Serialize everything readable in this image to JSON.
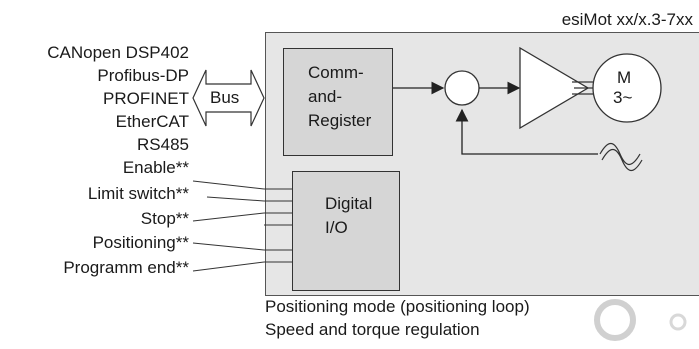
{
  "device": {
    "model": "esiMot xx/x.3-7xx"
  },
  "bus": {
    "label": "Bus",
    "protocols": [
      "CANopen DSP402",
      "Profibus-DP",
      "PROFINET",
      "EtherCAT",
      "RS485"
    ]
  },
  "digital_signals": [
    "Enable**",
    "Limit switch**",
    "Stop**",
    "Positioning**",
    "Programm end**"
  ],
  "blocks": {
    "comm_register": [
      "Comm-",
      "and-",
      "Register"
    ],
    "digital_io": [
      "Digital",
      "I/O"
    ],
    "motor": [
      "M",
      "3~"
    ]
  },
  "features": [
    "Positioning mode (positioning loop)",
    "Speed and torque regulation"
  ]
}
